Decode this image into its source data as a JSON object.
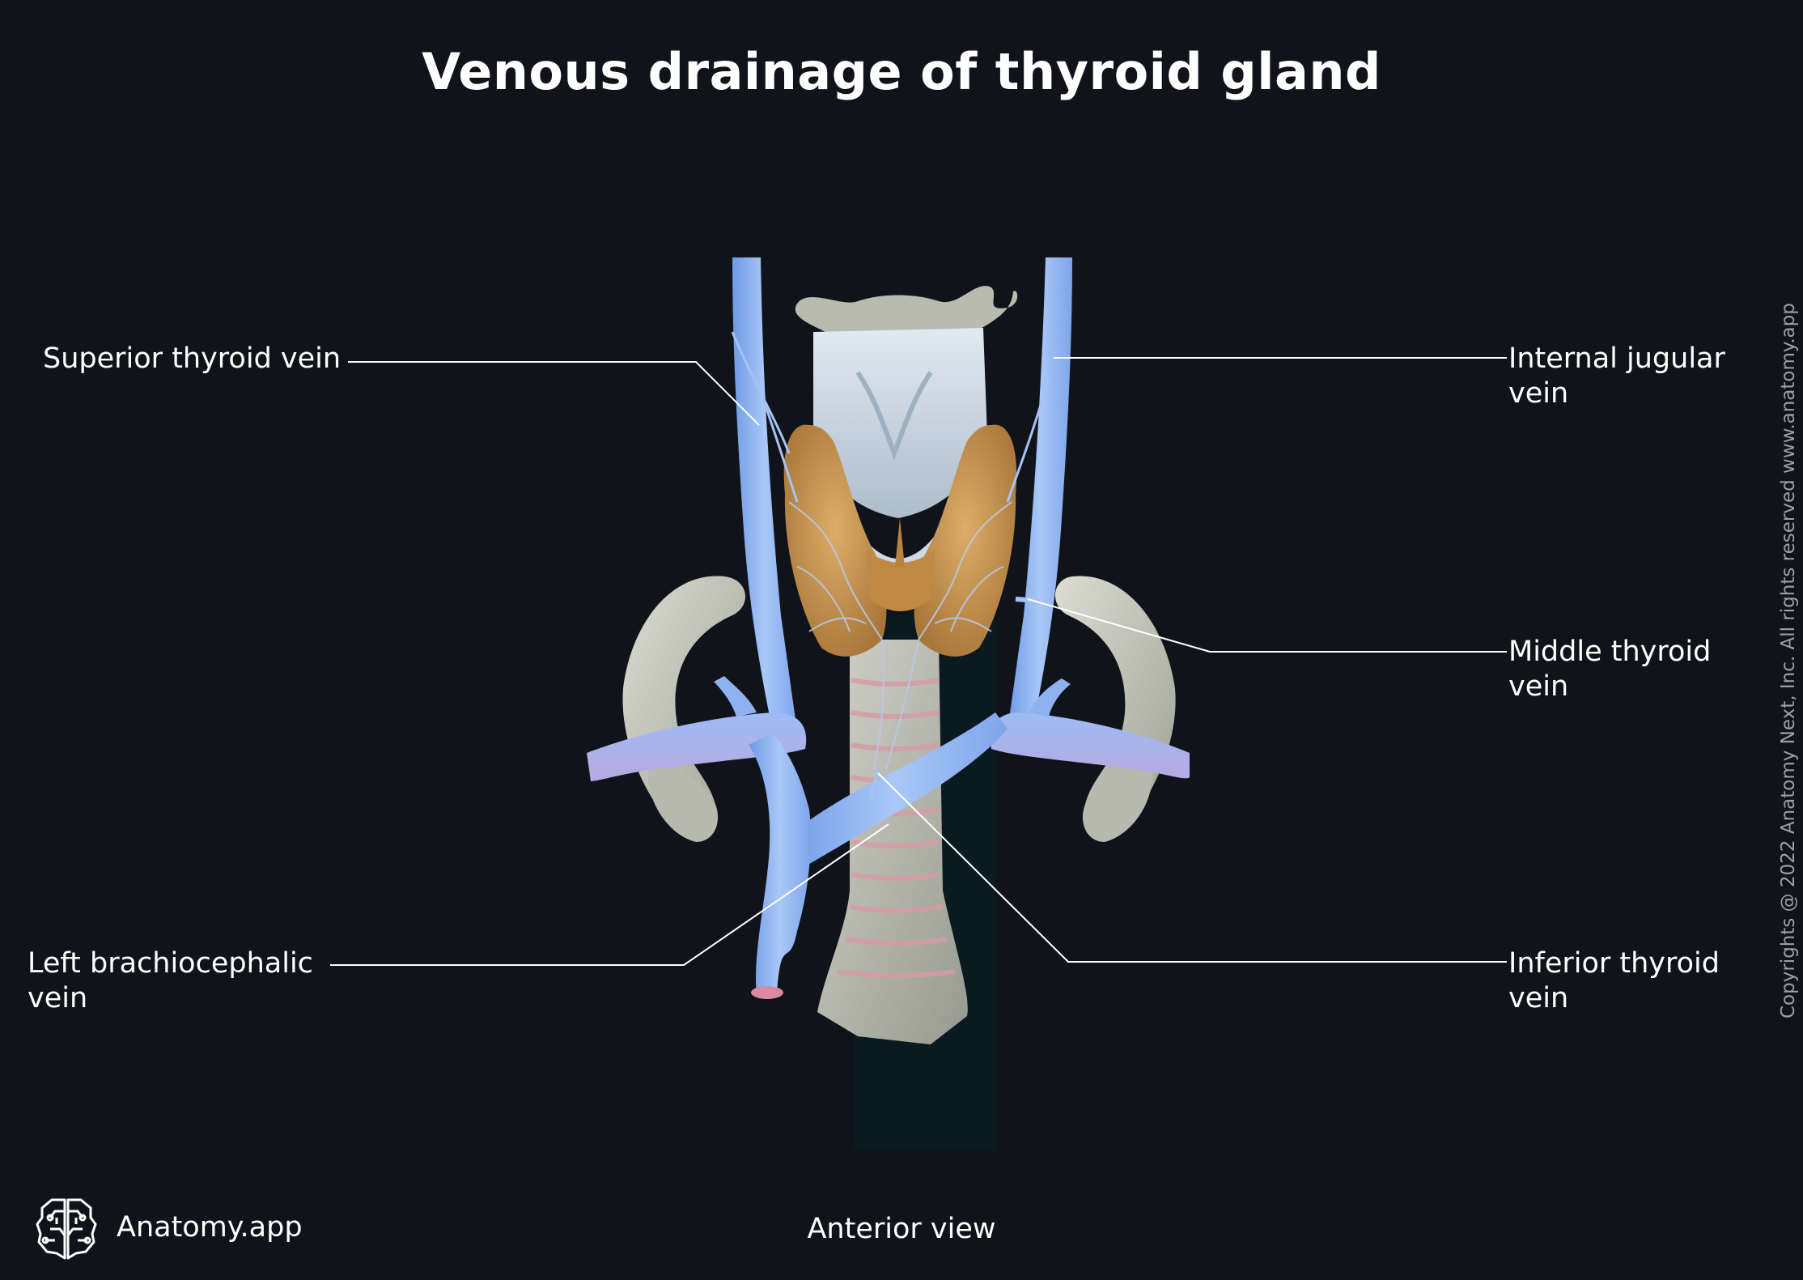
{
  "title": "Venous drainage of thyroid gland",
  "labels": {
    "superior_thyroid_vein": "Superior thyroid vein",
    "internal_jugular_vein": [
      "Internal jugular",
      "vein"
    ],
    "middle_thyroid_vein": [
      "Middle thyroid",
      "vein"
    ],
    "left_brachiocephalic_vein": [
      "Left brachiocephalic",
      "vein"
    ],
    "inferior_thyroid_vein": [
      "Inferior thyroid",
      "vein"
    ]
  },
  "view_caption": "Anterior view",
  "copyright": "Copyrights @ 2022 Anatomy Next, Inc. All rights reserved www.anatomy.app",
  "brand": {
    "name": "Anatomy.app",
    "icon": "brain-logo-icon"
  },
  "colors": {
    "background": "#10141a",
    "vein": "#8fb6f2",
    "thyroid": "#c99a52",
    "cartilage": "#c8d3de",
    "bone": "#c9cabf",
    "trachea": "#bfb9bd"
  }
}
